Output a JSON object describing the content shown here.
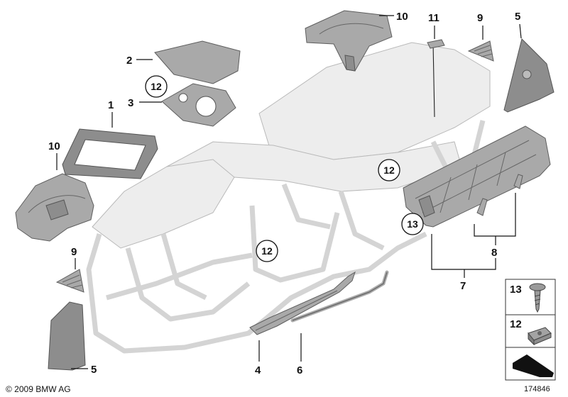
{
  "callouts": [
    {
      "id": "c10a",
      "text": "10"
    },
    {
      "id": "c11",
      "text": "11"
    },
    {
      "id": "c9a",
      "text": "9"
    },
    {
      "id": "c5a",
      "text": "5"
    },
    {
      "id": "c2",
      "text": "2"
    },
    {
      "id": "c3",
      "text": "3"
    },
    {
      "id": "c1",
      "text": "1"
    },
    {
      "id": "c10b",
      "text": "10"
    },
    {
      "id": "c9b",
      "text": "9"
    },
    {
      "id": "c5b",
      "text": "5"
    },
    {
      "id": "c4",
      "text": "4"
    },
    {
      "id": "c6",
      "text": "6"
    },
    {
      "id": "c7",
      "text": "7"
    },
    {
      "id": "c8",
      "text": "8"
    }
  ],
  "circled_callouts": [
    {
      "id": "k12a",
      "text": "12"
    },
    {
      "id": "k12b",
      "text": "12"
    },
    {
      "id": "k12c",
      "text": "12"
    },
    {
      "id": "k13",
      "text": "13"
    }
  ],
  "legend": {
    "screw_label": "13",
    "clip_label": "12"
  },
  "copyright": "© 2009 BMW AG",
  "diagram_number": "174846"
}
